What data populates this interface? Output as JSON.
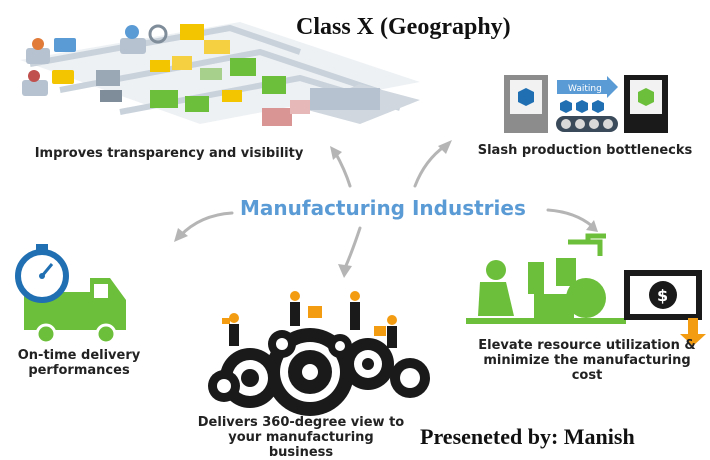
{
  "title": "Class X (Geography)",
  "center_label": "Manufacturing Industries",
  "benefits": [
    {
      "label": "Improves transparency and visibility"
    },
    {
      "label": "Slash production bottlenecks",
      "badge": "Waiting"
    },
    {
      "label": "On-time delivery performances"
    },
    {
      "label": "Delivers 360-degree view to your manufacturing business"
    },
    {
      "label": "Elevate resource utilization & minimize the manufacturing cost"
    }
  ],
  "presenter": "Preseneted by: Manish",
  "colors": {
    "accent_blue": "#5b9bd5",
    "green": "#6cbf3a",
    "dark": "#222222",
    "orange": "#f39c12",
    "arrow_gray": "#b0b0b0"
  }
}
